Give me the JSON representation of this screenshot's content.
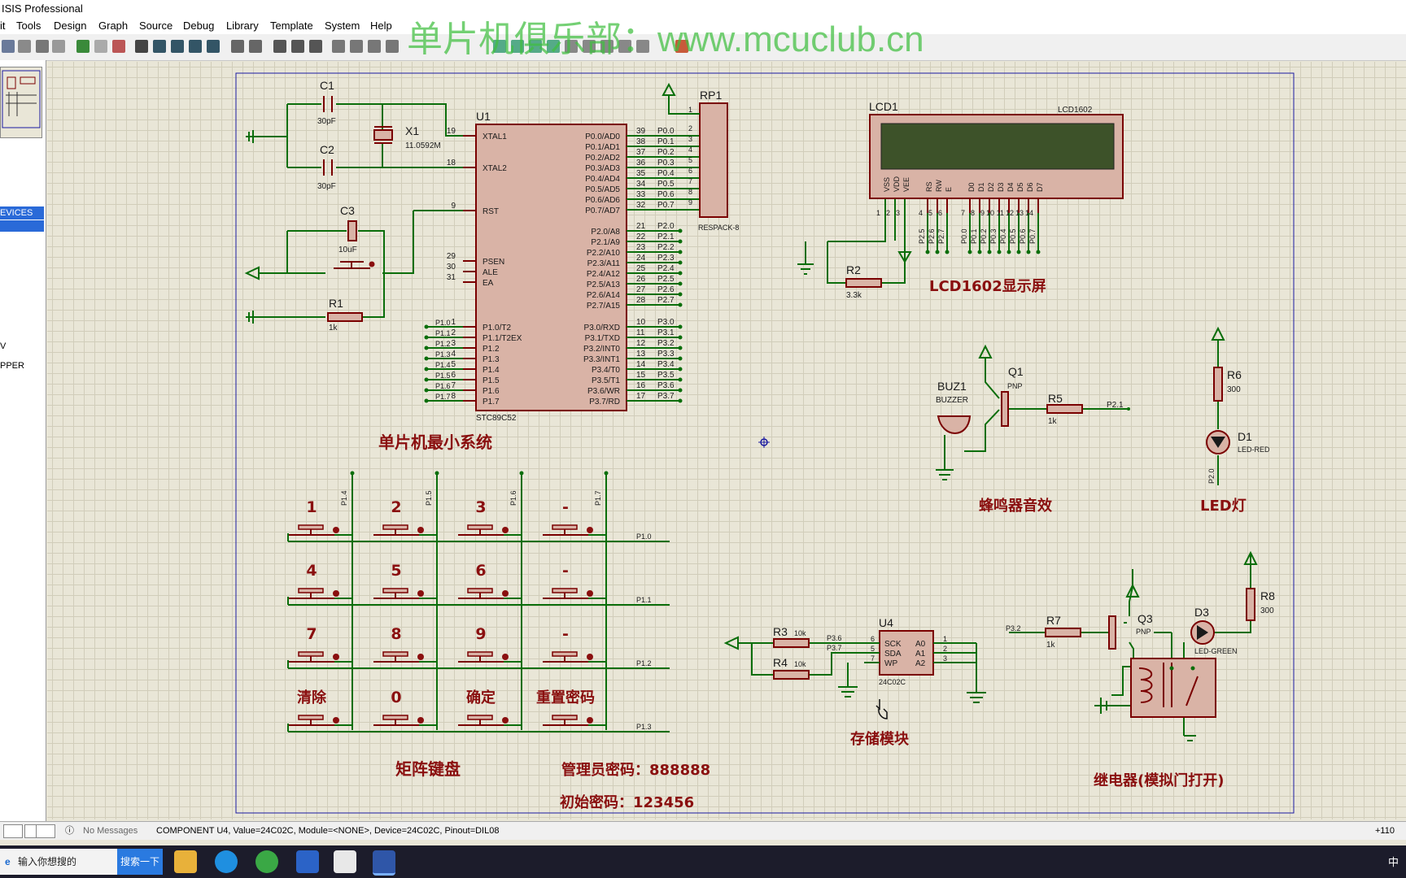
{
  "app": {
    "title": "ISIS Professional",
    "window_controls": ""
  },
  "menu": [
    "it",
    "Tools",
    "Design",
    "Graph",
    "Source",
    "Debug",
    "Library",
    "Template",
    "System",
    "Help"
  ],
  "watermark": "单片机俱乐部：www.mcuclub.cn",
  "left_panel": {
    "header": "EVICES",
    "items": [
      "V",
      "PPER"
    ]
  },
  "schematic": {
    "titles": {
      "mcu": "单片机最小系统",
      "keypad": "矩阵键盘",
      "lcd": "LCD1602显示屏",
      "buzzer": "蜂鸣器音效",
      "led": "LED灯",
      "storage": "存储模块",
      "relay": "继电器(模拟门打开)",
      "admin_pw": "管理员密码：888888",
      "init_pw": "初始密码：123456"
    },
    "mcu": {
      "ref": "U1",
      "part": "STC89C52",
      "left_pins": [
        {
          "num": "19",
          "name": "XTAL1"
        },
        {
          "num": "18",
          "name": "XTAL2"
        },
        {
          "num": "9",
          "name": "RST"
        },
        {
          "num": "29",
          "name": "PSEN"
        },
        {
          "num": "30",
          "name": "ALE"
        },
        {
          "num": "31",
          "name": "EA"
        },
        {
          "num": "1",
          "name": "P1.0/T2"
        },
        {
          "num": "2",
          "name": "P1.1/T2EX"
        },
        {
          "num": "3",
          "name": "P1.2"
        },
        {
          "num": "4",
          "name": "P1.3"
        },
        {
          "num": "5",
          "name": "P1.4"
        },
        {
          "num": "6",
          "name": "P1.5"
        },
        {
          "num": "7",
          "name": "P1.6"
        },
        {
          "num": "8",
          "name": "P1.7"
        }
      ],
      "p1_nets": [
        "P1.0",
        "P1.1",
        "P1.2",
        "P1.3",
        "P1.4",
        "P1.5",
        "P1.6",
        "P1.7"
      ],
      "right_pins_p0": [
        {
          "num": "39",
          "name": "P0.0/AD0",
          "net": "P0.0"
        },
        {
          "num": "38",
          "name": "P0.1/AD1",
          "net": "P0.1"
        },
        {
          "num": "37",
          "name": "P0.2/AD2",
          "net": "P0.2"
        },
        {
          "num": "36",
          "name": "P0.3/AD3",
          "net": "P0.3"
        },
        {
          "num": "35",
          "name": "P0.4/AD4",
          "net": "P0.4"
        },
        {
          "num": "34",
          "name": "P0.5/AD5",
          "net": "P0.5"
        },
        {
          "num": "33",
          "name": "P0.6/AD6",
          "net": "P0.6"
        },
        {
          "num": "32",
          "name": "P0.7/AD7",
          "net": "P0.7"
        }
      ],
      "right_pins_p2": [
        {
          "num": "21",
          "name": "P2.0/A8",
          "net": "P2.0"
        },
        {
          "num": "22",
          "name": "P2.1/A9",
          "net": "P2.1"
        },
        {
          "num": "23",
          "name": "P2.2/A10",
          "net": "P2.2"
        },
        {
          "num": "24",
          "name": "P2.3/A11",
          "net": "P2.3"
        },
        {
          "num": "25",
          "name": "P2.4/A12",
          "net": "P2.4"
        },
        {
          "num": "26",
          "name": "P2.5/A13",
          "net": "P2.5"
        },
        {
          "num": "27",
          "name": "P2.6/A14",
          "net": "P2.6"
        },
        {
          "num": "28",
          "name": "P2.7/A15",
          "net": "P2.7"
        }
      ],
      "right_pins_p3": [
        {
          "num": "10",
          "name": "P3.0/RXD",
          "net": "P3.0"
        },
        {
          "num": "11",
          "name": "P3.1/TXD",
          "net": "P3.1"
        },
        {
          "num": "12",
          "name": "P3.2/INT0",
          "net": "P3.2"
        },
        {
          "num": "13",
          "name": "P3.3/INT1",
          "net": "P3.3"
        },
        {
          "num": "14",
          "name": "P3.4/T0",
          "net": "P3.4"
        },
        {
          "num": "15",
          "name": "P3.5/T1",
          "net": "P3.5"
        },
        {
          "num": "16",
          "name": "P3.6/WR",
          "net": "P3.6"
        },
        {
          "num": "17",
          "name": "P3.7/RD",
          "net": "P3.7"
        }
      ]
    },
    "rp1": {
      "ref": "RP1",
      "part": "RESPACK-8",
      "pins": [
        "1",
        "2",
        "3",
        "4",
        "5",
        "6",
        "7",
        "8",
        "9"
      ]
    },
    "crystal": {
      "c1": "C1",
      "c1v": "30pF",
      "c2": "C2",
      "c2v": "30pF",
      "x1": "X1",
      "x1v": "11.0592M"
    },
    "reset": {
      "c3": "C3",
      "c3v": "10uF",
      "r1": "R1",
      "r1v": "1k"
    },
    "lcd": {
      "ref": "LCD1",
      "part": "LCD1602",
      "pins": [
        "VSS",
        "VDD",
        "VEE",
        "RS",
        "RW",
        "E",
        "D0",
        "D1",
        "D2",
        "D3",
        "D4",
        "D5",
        "D6",
        "D7"
      ],
      "pin_nums": [
        "1",
        "2",
        "3",
        "4",
        "5",
        "6",
        "7",
        "8",
        "9",
        "10",
        "11",
        "12",
        "13",
        "14"
      ],
      "nets": [
        "P2.5",
        "P2.6",
        "P2.7",
        "P0.0",
        "P0.1",
        "P0.2",
        "P0.3",
        "P0.4",
        "P0.5",
        "P0.6",
        "P0.7"
      ],
      "r2": "R2",
      "r2v": "3.3k"
    },
    "buzzer": {
      "ref": "BUZ1",
      "part": "BUZZER",
      "q1": "Q1",
      "q1t": "PNP",
      "r5": "R5",
      "r5v": "1k",
      "net": "P2.1"
    },
    "led": {
      "r6": "R6",
      "r6v": "300",
      "d1": "D1",
      "d1t": "LED-RED",
      "net": "P2.0"
    },
    "eeprom": {
      "ref": "U4",
      "part": "24C02C",
      "pins": [
        {
          "n": "6",
          "name": "SCK"
        },
        {
          "n": "5",
          "name": "SDA"
        },
        {
          "n": "7",
          "name": "WP"
        }
      ],
      "apins": [
        {
          "n": "1",
          "name": "A0"
        },
        {
          "n": "2",
          "name": "A1"
        },
        {
          "n": "3",
          "name": "A2"
        }
      ],
      "r3": "R3",
      "r3v": "10k",
      "r4": "R4",
      "r4v": "10k",
      "net_sck": "P3.6",
      "net_sda": "P3.7"
    },
    "relay": {
      "r7": "R7",
      "r7v": "1k",
      "q3": "Q3",
      "q3t": "PNP",
      "d3": "D3",
      "d3t": "LED-GREEN",
      "r8": "R8",
      "r8v": "300",
      "net": "P3.2"
    },
    "keypad": {
      "keys": [
        [
          "1",
          "2",
          "3",
          "-"
        ],
        [
          "4",
          "5",
          "6",
          "-"
        ],
        [
          "7",
          "8",
          "9",
          "-"
        ],
        [
          "清除",
          "0",
          "确定",
          "重置密码"
        ]
      ],
      "col_nets": [
        "P1.4",
        "P1.5",
        "P1.6",
        "P1.7"
      ],
      "row_nets": [
        "P1.0",
        "P1.1",
        "P1.2",
        "P1.3"
      ]
    }
  },
  "status": {
    "messages": "No Messages",
    "component": "COMPONENT U4, Value=24C02C, Module=<NONE>, Device=24C02C, Pinout=DIL08",
    "coord": "+110"
  },
  "taskbar": {
    "search_placeholder": "输入你想搜的",
    "search_button": "搜索一下",
    "ime": "中"
  },
  "colors": {
    "wire": "#0b6e0b",
    "component": "#7a0000",
    "body_fill": "#d9b3a6",
    "text_dark": "#1a1a1a",
    "title_red": "#8a0f0f",
    "sheet_border": "#1a1aa0"
  }
}
